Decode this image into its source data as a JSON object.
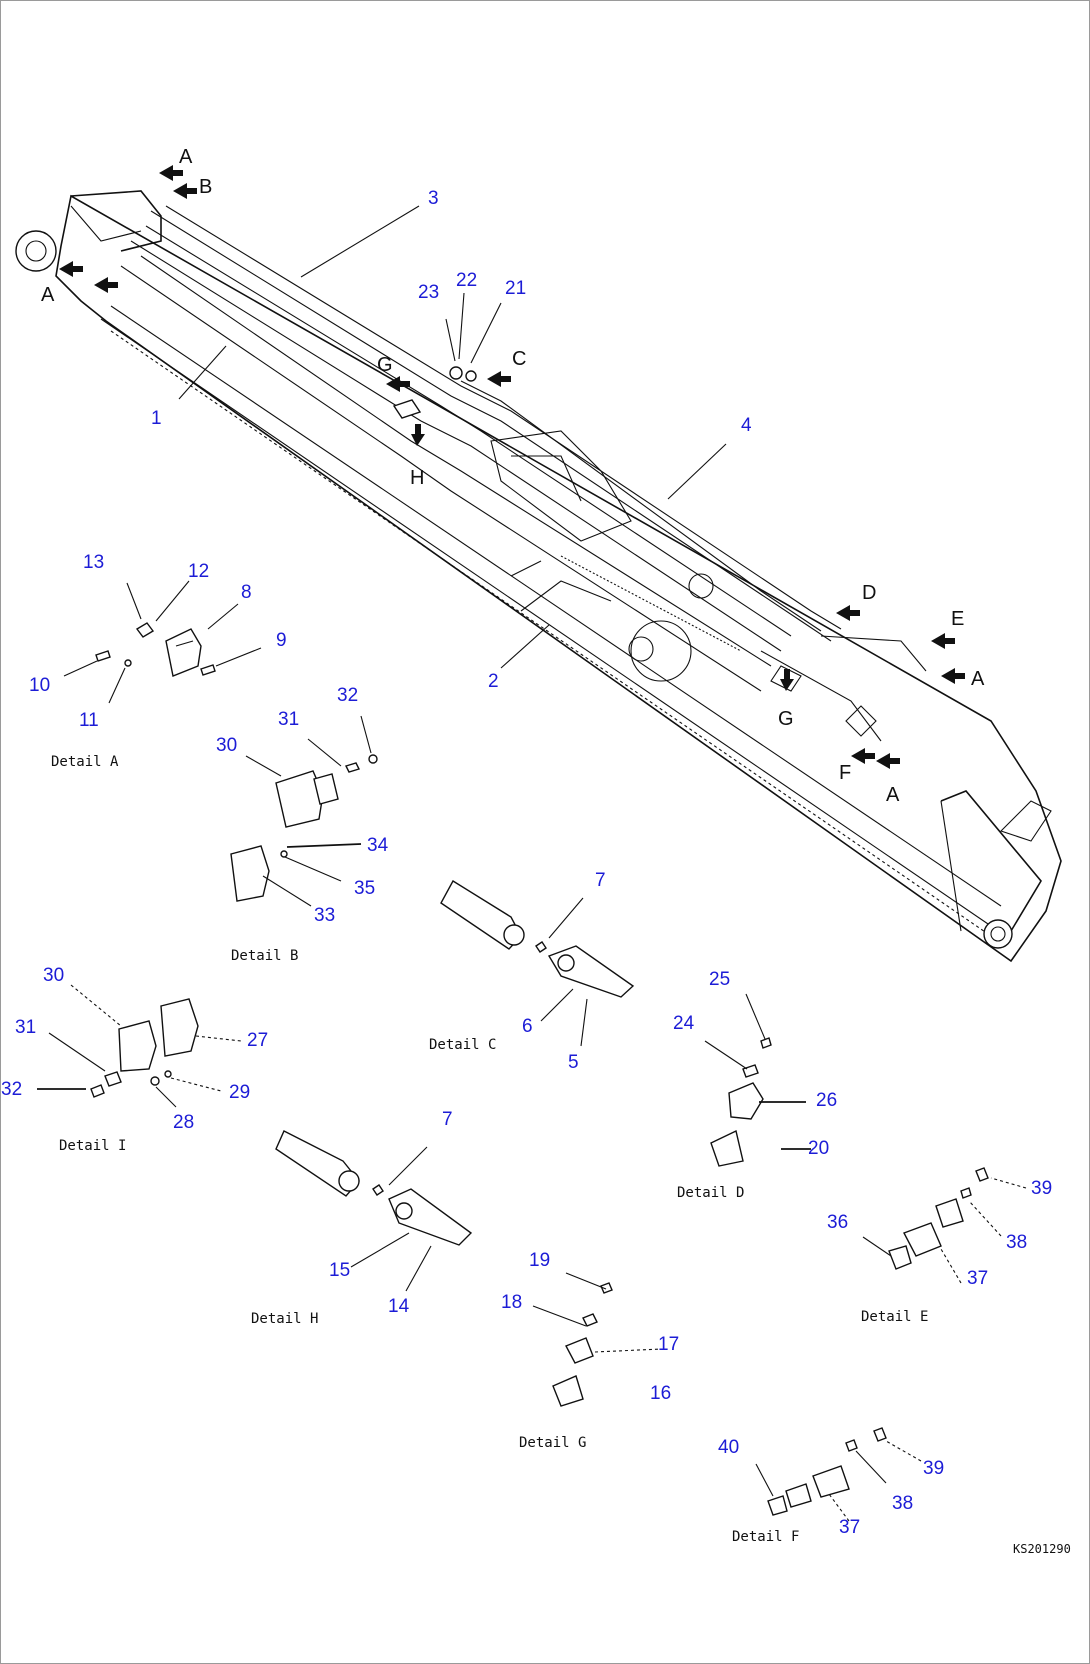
{
  "drawing_code": "KS201290",
  "view_markers": {
    "a_top": "A",
    "b_top": "B",
    "a_left": "A",
    "c": "C",
    "g_mid": "G",
    "h": "H",
    "d": "D",
    "e": "E",
    "a_right": "A",
    "g_right": "G",
    "f_right": "F",
    "a_lower": "A"
  },
  "callouts": {
    "n1": "1",
    "n2": "2",
    "n3": "3",
    "n4": "4",
    "n5": "5",
    "n6": "6",
    "n7_c": "7",
    "n7_h": "7",
    "n8": "8",
    "n9": "9",
    "n10": "10",
    "n11": "11",
    "n12": "12",
    "n13": "13",
    "n14": "14",
    "n15": "15",
    "n16": "16",
    "n17": "17",
    "n18": "18",
    "n19": "19",
    "n20": "20",
    "n21": "21",
    "n22": "22",
    "n23": "23",
    "n24": "24",
    "n25": "25",
    "n26": "26",
    "n27": "27",
    "n28": "28",
    "n29": "29",
    "n30_b": "30",
    "n30_i": "30",
    "n31_b": "31",
    "n31_i": "31",
    "n32_b": "32",
    "n32_i": "32",
    "n33": "33",
    "n34": "34",
    "n35": "35",
    "n36": "36",
    "n37_e": "37",
    "n37_f": "37",
    "n38_e": "38",
    "n38_f": "38",
    "n39_e": "39",
    "n39_f": "39",
    "n40": "40"
  },
  "detail_captions": {
    "a": "Detail A",
    "b": "Detail B",
    "c": "Detail C",
    "d": "Detail D",
    "i": "Detail I",
    "h": "Detail H",
    "e": "Detail E",
    "g": "Detail G",
    "f": "Detail F"
  },
  "colors": {
    "callout": "#1c1cd6",
    "line": "#111111",
    "frame": "#9a9a9a",
    "background": "#ffffff"
  }
}
